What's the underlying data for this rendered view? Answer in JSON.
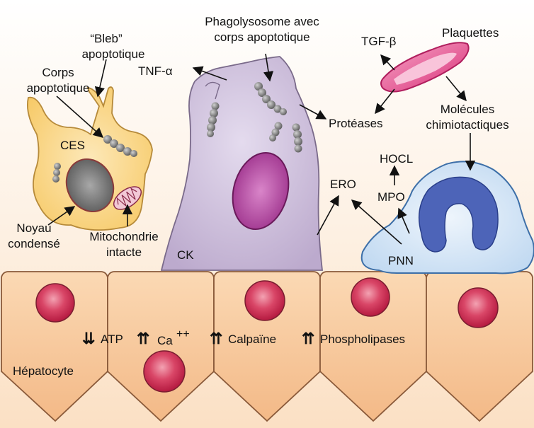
{
  "labels": {
    "bleb_line1": "“Bleb”",
    "bleb_line2": "apoptotique",
    "corps_line1": "Corps",
    "corps_line2": "apoptotique",
    "ces": "CES",
    "noyau_line1": "Noyau",
    "noyau_line2": "condensé",
    "mito_line1": "Mitochondrie",
    "mito_line2": "intacte",
    "tnf": "TNF-α",
    "phago_line1": "Phagolysosome avec",
    "phago_line2": "corps apoptotique",
    "ck": "CK",
    "proteases": "Protéases",
    "tgf": "TGF-β",
    "plaquettes": "Plaquettes",
    "molecules_line1": "Molécules",
    "molecules_line2": "chimiotactiques",
    "hocl": "HOCL",
    "mpo": "MPO",
    "ero": "ERO",
    "pnn": "PNN",
    "atp": "ATP",
    "ca": "Ca",
    "ca_sup": "++",
    "calpaine": "Calpaïne",
    "phospholipases": "Phospholipases",
    "hepatocyte": "Hépatocyte"
  },
  "changes": {
    "atp": "down",
    "ca": "up",
    "calpaine": "up",
    "phospholipases": "up"
  },
  "colors": {
    "background_top": "#ffffff",
    "background_bottom": "#fbe0c4",
    "hepatocyte_fill": "#f6c79b",
    "hepatocyte_stroke": "#8a5a3a",
    "hepatocyte_nucleus": "#c8204a",
    "apoptotic_cell_fill": "#f9d27a",
    "kupffer_cell_fill": "#c8b8d6",
    "kupffer_nucleus": "#a6318f",
    "neutrophil_fill": "#d5e6f7",
    "neutrophil_nucleus": "#3d5bb0",
    "platelet_fill": "#e8478a",
    "apoptotic_body": "#7c7c7c"
  }
}
